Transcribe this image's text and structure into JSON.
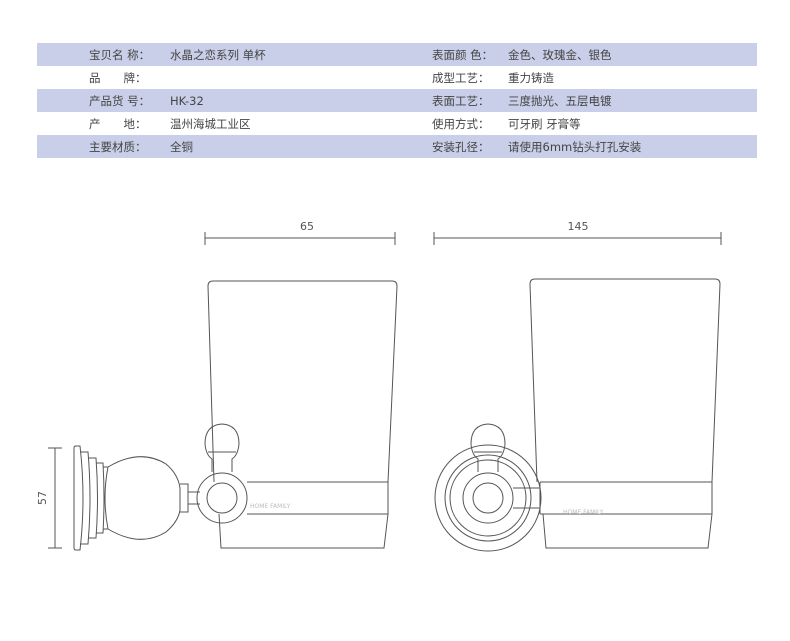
{
  "specs": [
    {
      "label": "宝贝名 称：",
      "value": "水晶之恋系列 单杯",
      "label2": "表面颜 色：",
      "value2": "金色、玫瑰金、银色"
    },
    {
      "label": "品　　牌：",
      "value": "",
      "label2": "成型工艺：",
      "value2": "重力铸造"
    },
    {
      "label": "产品货 号：",
      "value": "HK-32",
      "label2": "表面工艺：",
      "value2": "三度抛光、五层电镀"
    },
    {
      "label": "产　　地：",
      "value": "温州海城工业区",
      "label2": "使用方式：",
      "value2": "可牙刷 牙膏等"
    },
    {
      "label": "主要材质：",
      "value": "全铜",
      "label2": "安装孔径：",
      "value2": "请使用6mm钻头打孔安装"
    }
  ],
  "dimensions": {
    "side_height": "57",
    "side_width": "65",
    "front_width": "145"
  },
  "watermark": {
    "side": "HOME FAMILY",
    "front": "HOME FAMILY"
  },
  "colors": {
    "row_shade": "#c9cfe8",
    "line": "#555555"
  }
}
